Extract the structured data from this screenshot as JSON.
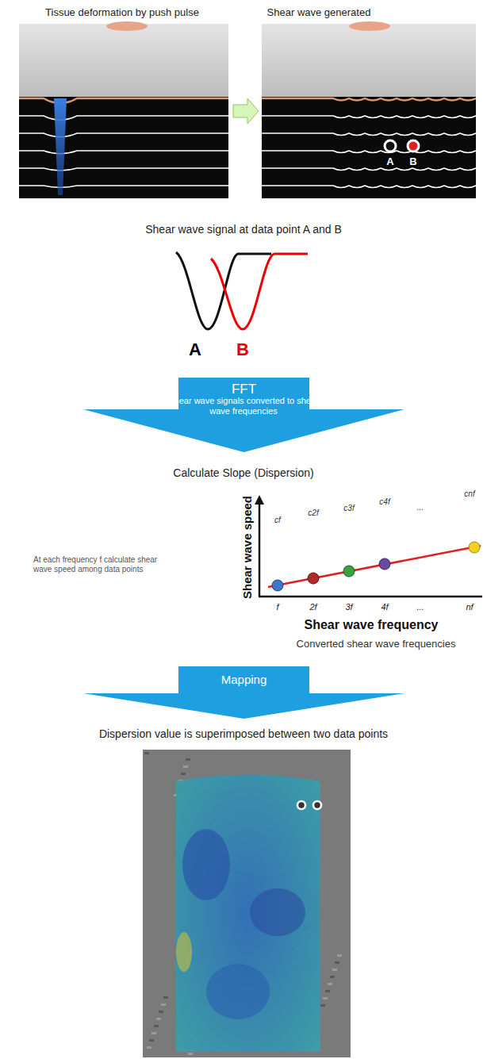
{
  "diagram": {
    "nodes": [
      {
        "text": [
          "FFT",
          "Shear wave signals converted to shear wave frequencies"
        ]
      },
      {
        "text": [
          "Mapping"
        ]
      }
    ],
    "labels": [
      "Tissue deformation by push pulse",
      "Shear wave generated",
      "A",
      "B",
      "Shear wave signal at data point A and B",
      "A",
      "B",
      "Calculate Slope (Dispersion)",
      "At each frequency f calculate shear wave speed among data points",
      "Shear wave speed",
      "cf",
      "c2f",
      "c3f",
      "c4f",
      "...",
      "cnf",
      "f",
      "2f",
      "3f",
      "4f",
      "...",
      "nf",
      "Shear wave frequency",
      "Converted shear wave frequencies",
      "Dispersion value is superimposed between two data points"
    ]
  }
}
